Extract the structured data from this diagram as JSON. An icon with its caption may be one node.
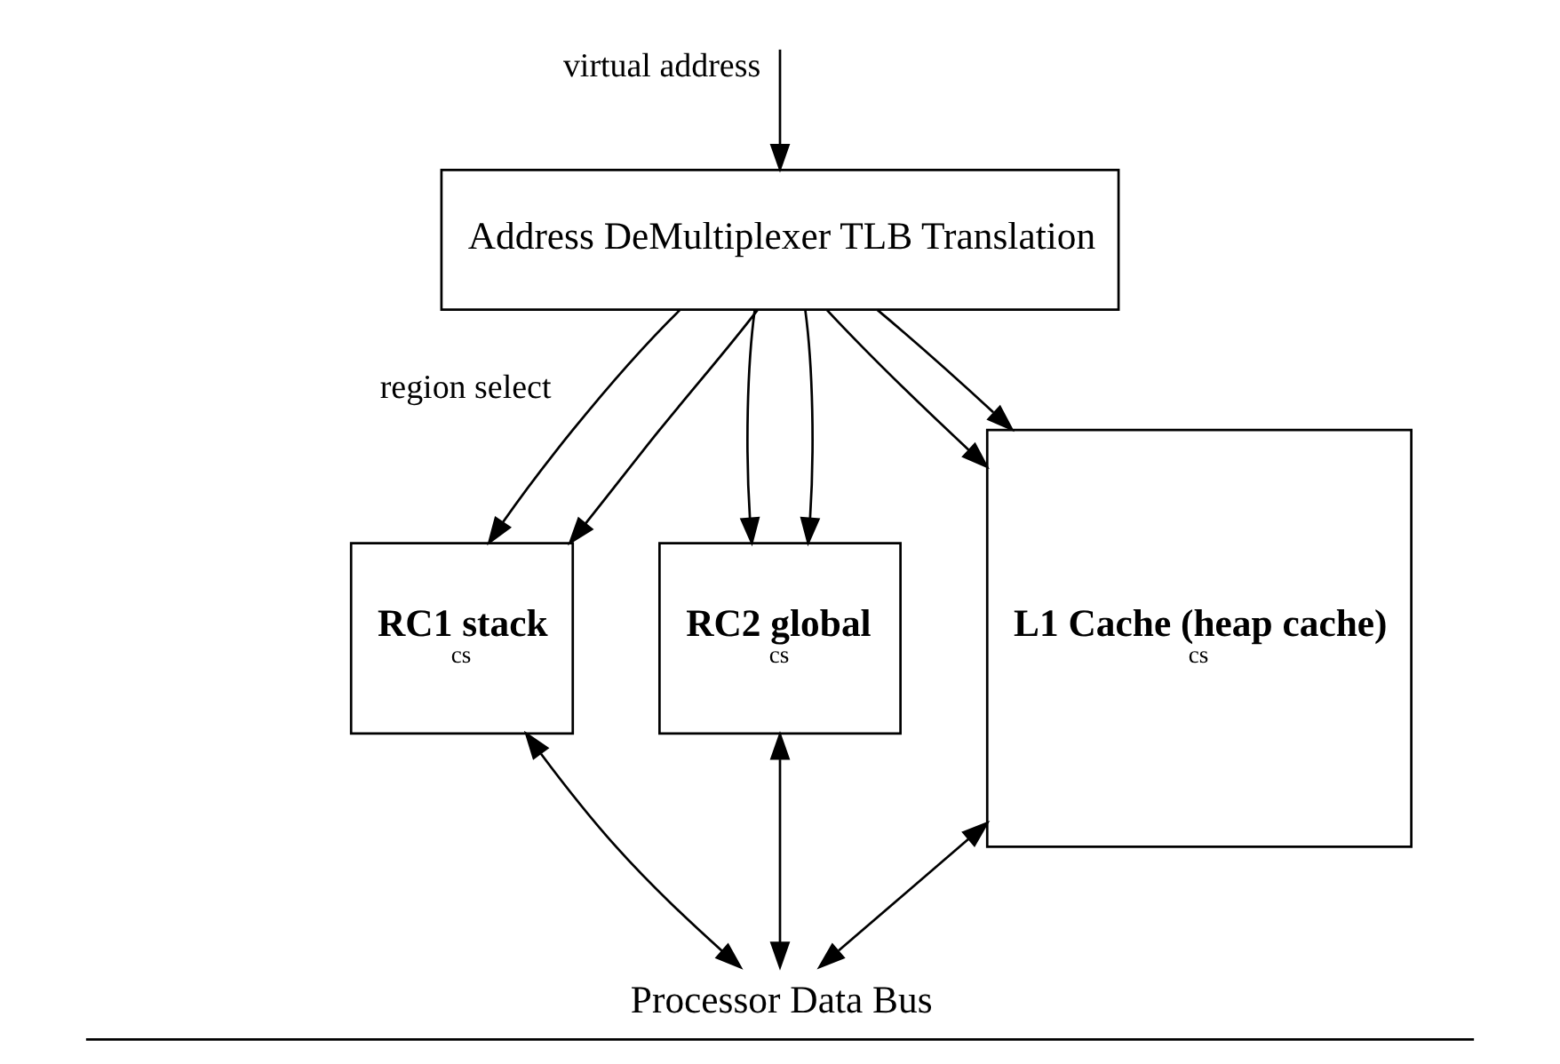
{
  "diagram": {
    "nodes": [
      {
        "text": [
          "Address DeMultiplexer TLB Translation"
        ]
      },
      {
        "text": [
          "RC1 stack",
          "cs"
        ]
      },
      {
        "text": [
          "RC2 global",
          "cs"
        ]
      },
      {
        "text": [
          "L1 Cache (heap cache)",
          "cs"
        ]
      },
      {
        "text": [
          "Processor Data Bus"
        ]
      }
    ],
    "edges": [
      {
        "from": null,
        "to": 0,
        "arrow": "to",
        "label": "virtual address"
      },
      {
        "from": 0,
        "to": 1,
        "arrow": "to",
        "label": "region select"
      },
      {
        "from": 0,
        "to": 2,
        "arrow": "to"
      },
      {
        "from": 0,
        "to": 3,
        "arrow": "to"
      },
      {
        "from": 0,
        "to": 1,
        "arrow": "to"
      },
      {
        "from": 0,
        "to": 2,
        "arrow": "to"
      },
      {
        "from": 0,
        "to": 3,
        "arrow": "to"
      },
      {
        "from": 1,
        "to": 4,
        "arrow": "both"
      },
      {
        "from": 2,
        "to": 4,
        "arrow": "both"
      },
      {
        "from": 3,
        "to": 4,
        "arrow": "both"
      }
    ]
  }
}
